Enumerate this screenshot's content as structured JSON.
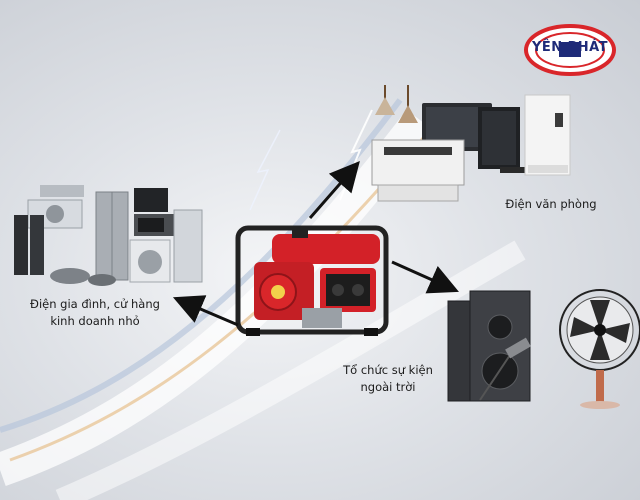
{
  "brand": {
    "logo_text": "YÊN PHÁT",
    "color_ring": "#d9262a",
    "color_text": "#1e2a78"
  },
  "center": {
    "icon": "generator-icon"
  },
  "applications": [
    {
      "id": "office",
      "label": "Điện văn phòng",
      "icon": "office-equipment-icon"
    },
    {
      "id": "home",
      "label_line1": "Điện gia đình, cử hàng",
      "label_line2": "kinh doanh nhỏ",
      "icon": "home-appliances-icon"
    },
    {
      "id": "event",
      "label_line1": "Tổ chức sự kiện",
      "label_line2": "ngoài trời",
      "icon": "speaker-fan-icon"
    }
  ]
}
